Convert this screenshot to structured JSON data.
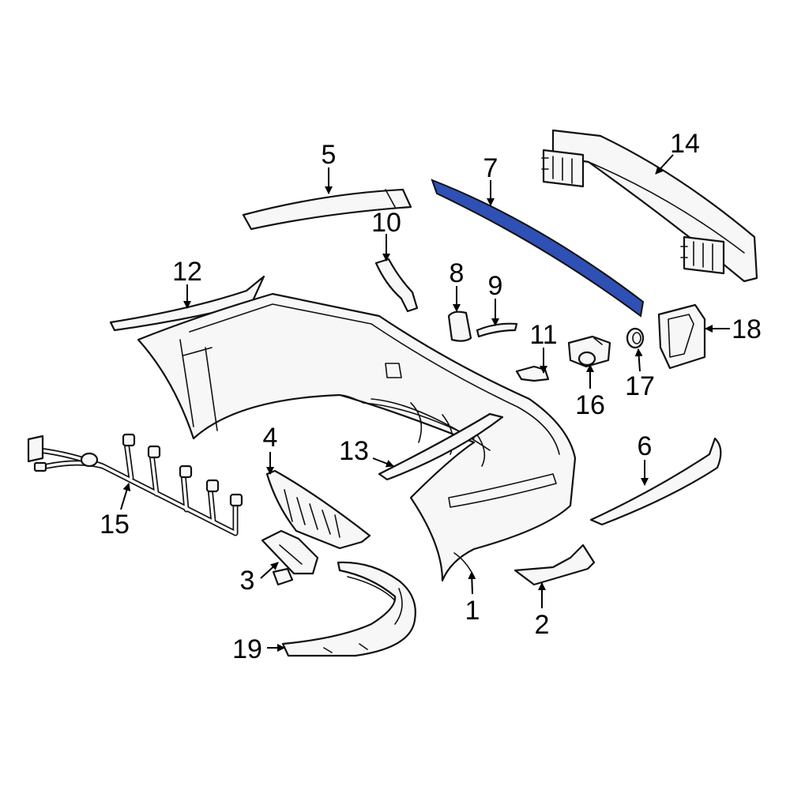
{
  "diagram": {
    "highlight_color": "#2f50b4",
    "highlighted_part": "7",
    "callouts": [
      {
        "id": "1"
      },
      {
        "id": "2"
      },
      {
        "id": "3"
      },
      {
        "id": "4"
      },
      {
        "id": "5"
      },
      {
        "id": "6"
      },
      {
        "id": "7"
      },
      {
        "id": "8"
      },
      {
        "id": "9"
      },
      {
        "id": "10"
      },
      {
        "id": "11"
      },
      {
        "id": "12"
      },
      {
        "id": "13"
      },
      {
        "id": "14"
      },
      {
        "id": "15"
      },
      {
        "id": "16"
      },
      {
        "id": "17"
      },
      {
        "id": "18"
      },
      {
        "id": "19"
      }
    ]
  }
}
